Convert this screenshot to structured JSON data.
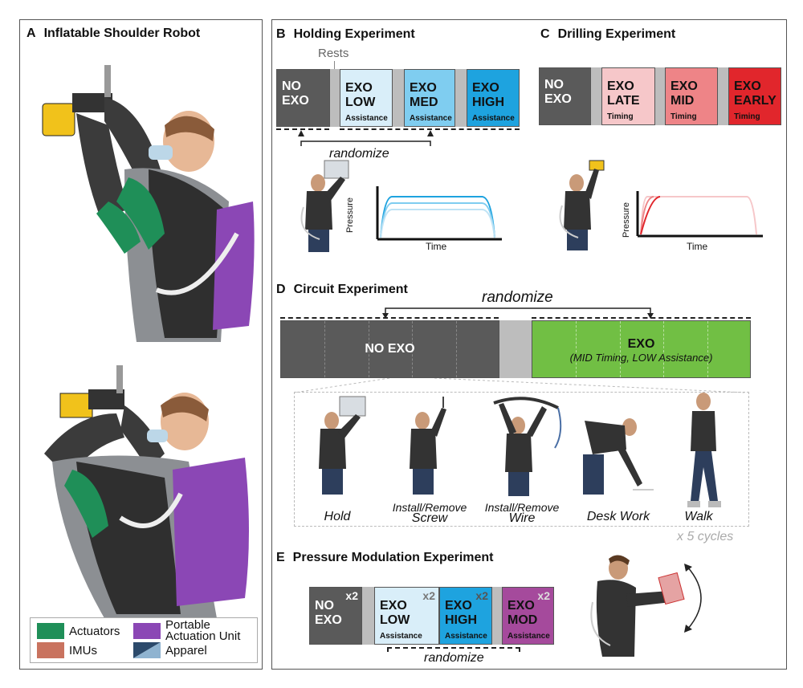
{
  "panels": {
    "a": {
      "letter": "A",
      "title": "Inflatable Shoulder Robot"
    },
    "b": {
      "letter": "B",
      "title": "Holding Experiment"
    },
    "c": {
      "letter": "C",
      "title": "Drilling Experiment"
    },
    "d": {
      "letter": "D",
      "title": "Circuit Experiment"
    },
    "e": {
      "letter": "E",
      "title": "Pressure Modulation Experiment"
    }
  },
  "legend": {
    "actuators": "Actuators",
    "imus": "IMUs",
    "portable1": "Portable",
    "portable2": "Actuation Unit",
    "apparel": "Apparel"
  },
  "holding": {
    "rests": "Rests",
    "no_exo_1": "NO",
    "no_exo_2": "EXO",
    "low_1": "EXO",
    "low_2": "LOW",
    "low_sub": "Assistance",
    "med_1": "EXO",
    "med_2": "MED",
    "med_sub": "Assistance",
    "high_1": "EXO",
    "high_2": "HIGH",
    "high_sub": "Assistance",
    "randomize": "randomize",
    "ylabel": "Pressure",
    "xlabel": "Time"
  },
  "drilling": {
    "no_exo_1": "NO",
    "no_exo_2": "EXO",
    "late_1": "EXO",
    "late_2": "LATE",
    "late_sub": "Timing",
    "mid_1": "EXO",
    "mid_2": "MID",
    "mid_sub": "Timing",
    "early_1": "EXO",
    "early_2": "EARLY",
    "early_sub": "Timing",
    "ylabel": "Pressure",
    "xlabel": "Time"
  },
  "circuit": {
    "randomize": "randomize",
    "no_exo": "NO EXO",
    "exo": "EXO",
    "exo_sub": "(MID Timing, LOW Assistance)",
    "tasks": [
      "Hold",
      "Install/Remove",
      "Screw",
      "Install/Remove",
      "Wire",
      "Desk Work",
      "Walk"
    ],
    "cycles": "x 5 cycles"
  },
  "modulation": {
    "no_exo_1": "NO",
    "no_exo_2": "EXO",
    "low_1": "EXO",
    "low_2": "LOW",
    "low_sub": "Assistance",
    "high_1": "EXO",
    "high_2": "HIGH",
    "high_sub": "Assistance",
    "mod_1": "EXO",
    "mod_2": "MOD",
    "mod_sub": "Assistance",
    "x2": "x2",
    "randomize": "randomize"
  },
  "colors": {
    "no_exo": "#5a5a5a",
    "rest": "#bdbdbd",
    "low": "#d9eef9",
    "med": "#7fcdf0",
    "high": "#1ea3df",
    "late": "#f6c7c9",
    "mid": "#ee8487",
    "early": "#e1262c",
    "exo_green": "#71bf44",
    "mod": "#a54a9c",
    "actuator": "#1f8f58",
    "imu": "#c9735f",
    "portable": "#8b47b5",
    "apparel": "#2c4a6b"
  }
}
